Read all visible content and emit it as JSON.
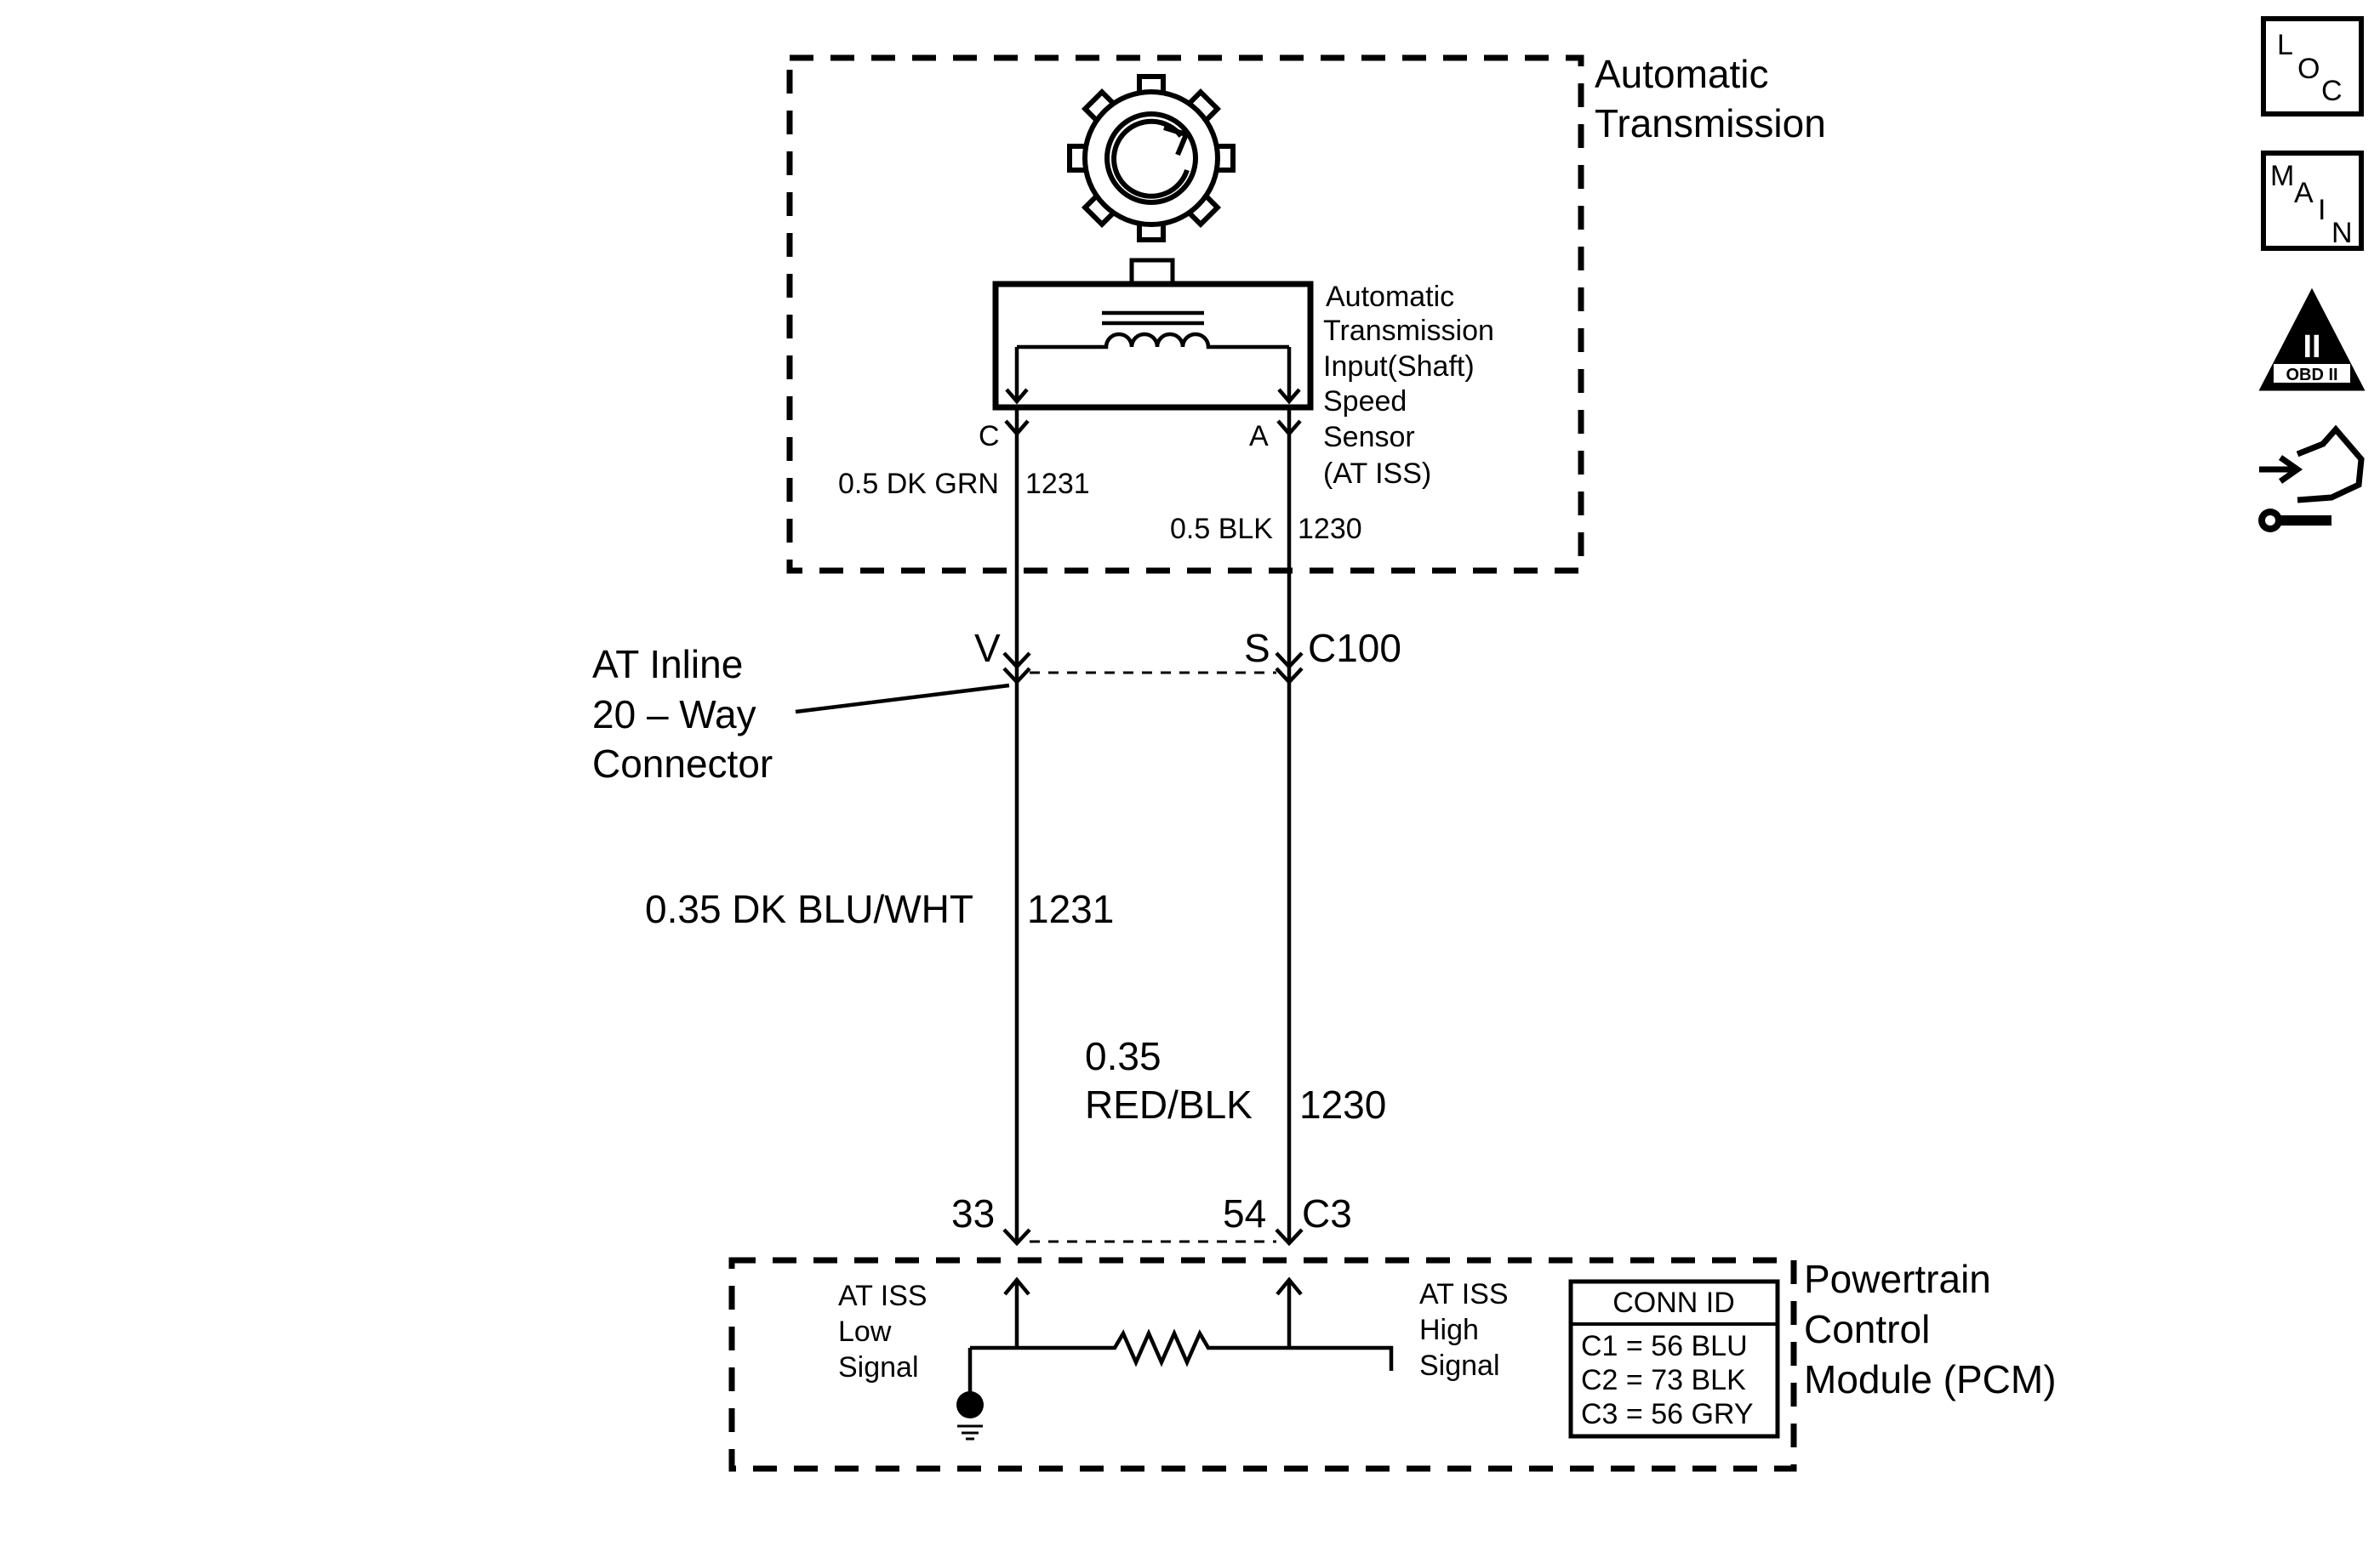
{
  "components": {
    "transmission": {
      "label_line1": "Automatic",
      "label_line2": "Transmission"
    },
    "sensor": {
      "label_lines": [
        "Automatic",
        "Transmission",
        "Input(Shaft)",
        "Speed",
        "Sensor",
        "(AT ISS)"
      ],
      "pin_c": "C",
      "pin_a": "A"
    },
    "pcm": {
      "label_lines": [
        "Powertrain",
        "Control",
        "Module (PCM)"
      ],
      "low_signal_lines": [
        "AT ISS",
        "Low",
        "Signal"
      ],
      "high_signal_lines": [
        "AT ISS",
        "High",
        "Signal"
      ],
      "conn_id": {
        "title": "CONN ID",
        "rows": [
          "C1 = 56 BLU",
          "C2 = 73 BLK",
          "C3 = 56 GRY"
        ]
      }
    }
  },
  "wires": {
    "upper_left": {
      "color": "0.5 DK GRN",
      "circuit": "1231"
    },
    "upper_right": {
      "color": "0.5 BLK",
      "circuit": "1230"
    },
    "lower_left": {
      "color": "0.35 DK BLU/WHT",
      "circuit": "1231"
    },
    "lower_right": {
      "color_line1": "0.35",
      "color_line2": "RED/BLK",
      "circuit": "1230"
    }
  },
  "inline_connector": {
    "label_lines": [
      "AT Inline",
      "20 – Way",
      "Connector"
    ],
    "pin_left": "V",
    "pin_right": "S",
    "id": "C100"
  },
  "pcm_connector": {
    "pin_left": "33",
    "pin_right": "54",
    "id": "C3"
  },
  "side_icons": {
    "loc": {
      "letters": [
        "L",
        "O",
        "C"
      ],
      "icon": "location-icon"
    },
    "main": {
      "letters": [
        "M",
        "A",
        "I",
        "N"
      ],
      "icon": "main-icon"
    },
    "obd": {
      "numeral": "II",
      "text": "OBD II",
      "icon": "obd-ii-icon"
    },
    "connector": {
      "icon": "connector-wrench-icon"
    }
  }
}
